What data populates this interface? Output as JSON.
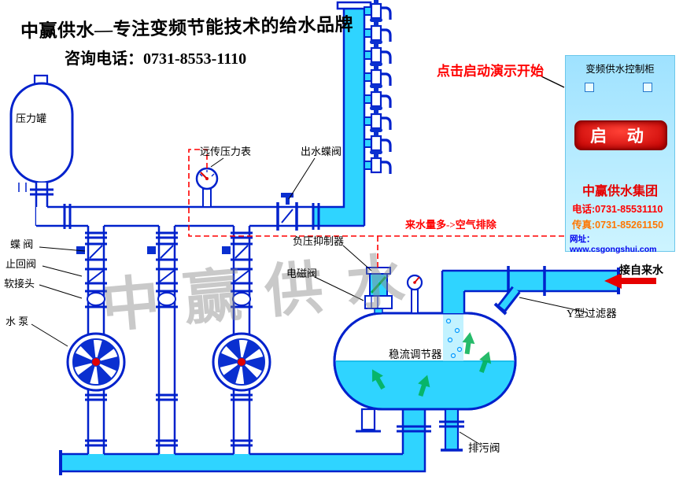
{
  "header": {
    "line1": "中赢供水—专注变频节能技术的给水品牌",
    "line2": "咨询电话：0731-8553-1110"
  },
  "demo": {
    "start_hint": "点击启动演示开始"
  },
  "cabinet": {
    "title": "变频供水控制柜",
    "start_button": "启 动",
    "company": "中赢供水集团",
    "phone": "电话:0731-85531110",
    "fax": "传真:0731-85261150",
    "website": "网址：www.csgongshui.com"
  },
  "labels": {
    "pressure_tank": "压力罐",
    "butterfly_valve": "蝶 阀",
    "check_valve": "止回阀",
    "soft_joint": "软接头",
    "water_pump": "水 泵",
    "remote_pressure_gauge": "远传压力表",
    "outlet_butterfly_valve": "出水蝶阀",
    "negative_pressure_suppressor": "负压抑制器",
    "solenoid_valve": "电磁阀",
    "air_exhaust_note": "来水量多->空气排除",
    "flow_regulator": "稳流调节器",
    "y_filter": "Y型过滤器",
    "tap_water_inlet": "接自来水",
    "drain_valve": "排污阀"
  },
  "watermark": "中赢供水",
  "icons": {
    "faucet-icon": "tap glyph on riser pipe",
    "pump-icon": "circle with impeller blades",
    "gauge-icon": "round dial with red needle",
    "flow-arrow-icon": "green up arrow",
    "inlet-arrow-icon": "red left arrow"
  },
  "colors": {
    "pipe_outline": "#0021cc",
    "water_fill": "#2fd4ff",
    "alert_red": "#ff0000",
    "button_red": "#c40000",
    "cabinet_bg": "#aee8fb",
    "fax_orange": "#ff7700",
    "website_blue": "#0000ee",
    "green_flow_arrow": "#00b050",
    "watermark_gray": "#8a8a8a"
  }
}
